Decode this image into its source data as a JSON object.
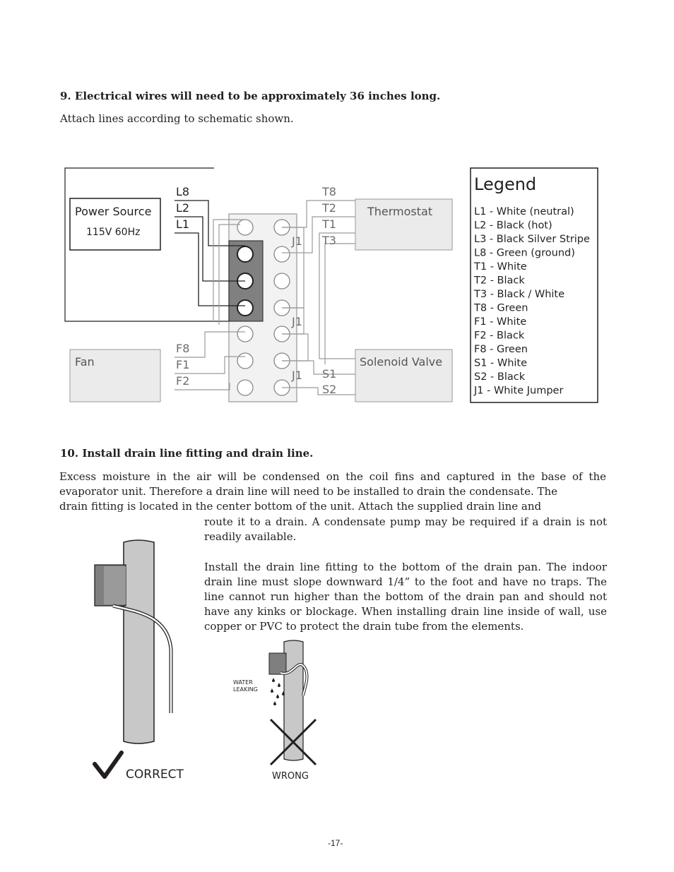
{
  "step9": {
    "heading": "9.  Electrical wires will need to be approximately 36 inches long.",
    "subtext": "Attach lines according to schematic shown."
  },
  "schematic": {
    "power_source": {
      "title": "Power Source",
      "rating": "115V 60Hz"
    },
    "thermostat": "Thermostat",
    "fan": "Fan",
    "solenoid_valve": "Solenoid Valve",
    "left_upper_labels": [
      "L8",
      "L2",
      "L1"
    ],
    "left_lower_labels": [
      "F8",
      "F1",
      "F2"
    ],
    "right_upper_labels": [
      "T8",
      "T2",
      "T1",
      "T3"
    ],
    "right_lower_labels": [
      "S1",
      "S2"
    ],
    "jumper_label": "J1"
  },
  "legend": {
    "title": "Legend",
    "items": [
      "L1 - White (neutral)",
      "L2 - Black  (hot)",
      "L3 - Black Silver Stripe",
      "L8 - Green (ground)",
      "T1 - White",
      "T2 - Black",
      "T3 - Black / White",
      "T8 - Green",
      "F1 - White",
      "F2 - Black",
      "F8 - Green",
      "S1 - White",
      "S2 - Black",
      "J1  - White Jumper"
    ]
  },
  "step10": {
    "heading": "10.  Install drain line fitting and drain line.",
    "para1_full": "Excess moisture in the air will be condensed on the coil fins and captured in the base of the evaporator unit. Therefore a drain line will need to be installed to drain the condensate. The",
    "para1_line3": "drain fitting is located in the center bottom of the unit. Attach the supplied drain line and",
    "para1_cont": "route it to a drain. A condensate pump may be required if a drain is not readily available.",
    "para2": "Install the drain line fitting to the bottom of the drain pan. The indoor drain line must slope downward 1/4” to the foot and have no traps. The line cannot run higher than the bottom of the drain pan and should not have any kinks or blockage. When installing drain line inside of wall, use copper or PVC to protect the drain tube from the elements."
  },
  "figures": {
    "correct_label": "CORRECT",
    "wrong_label": "WRONG",
    "water_leaking_line1": "WATER",
    "water_leaking_line2": "LEAKING"
  },
  "page_number": "-17-"
}
